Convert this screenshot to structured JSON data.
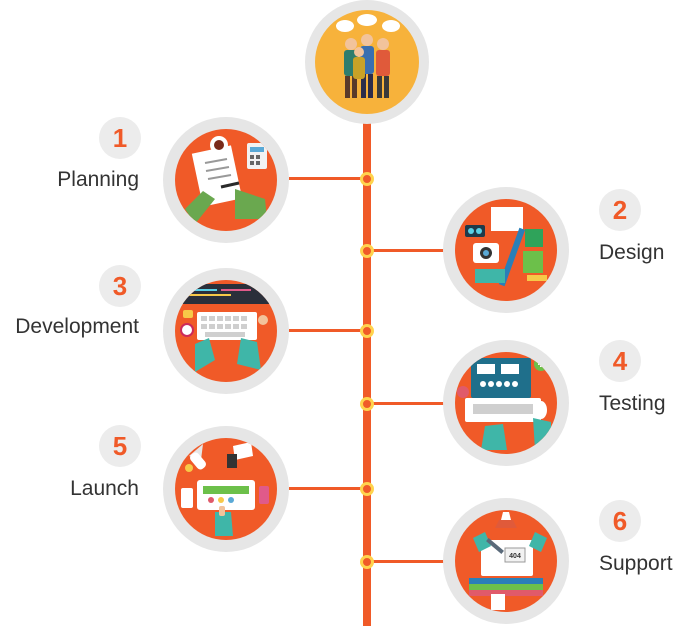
{
  "colors": {
    "accent": "#f05a28",
    "ring": "#e6e6e6",
    "team_bg": "#f7b23b",
    "dot_border": "#ffd34d"
  },
  "team": {
    "icon": "team-people-icon"
  },
  "steps": [
    {
      "number": "1",
      "label": "Planning",
      "icon": "planning-clipboard-icon"
    },
    {
      "number": "2",
      "label": "Design",
      "icon": "design-tools-icon"
    },
    {
      "number": "3",
      "label": "Development",
      "icon": "development-laptop-icon"
    },
    {
      "number": "4",
      "label": "Testing",
      "icon": "testing-laptop-icon"
    },
    {
      "number": "5",
      "label": "Launch",
      "icon": "launch-rocket-icon"
    },
    {
      "number": "6",
      "label": "Support",
      "icon": "support-tools-icon"
    }
  ]
}
